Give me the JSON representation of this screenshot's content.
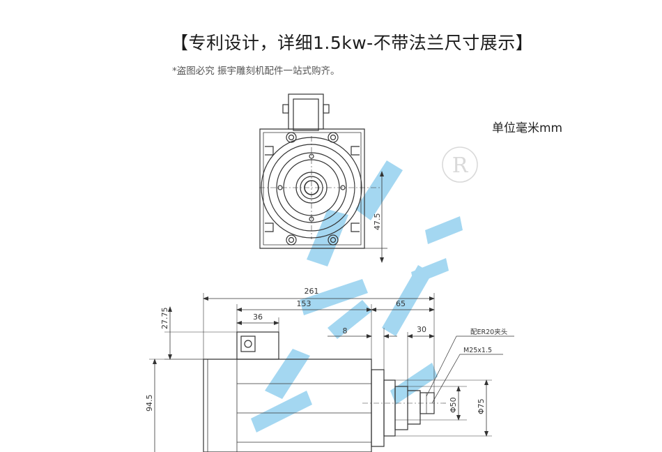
{
  "header": {
    "title": "【专利设计，详细1.5kw-不带法兰尺寸展示】",
    "subtitle": "*盗图必究 振宇雕刻机配件一站式购齐。"
  },
  "unit_label": "单位毫米mm",
  "watermark": {
    "mark": "R"
  },
  "dimensions": {
    "d_47_5": "47.5",
    "d_261": "261",
    "d_153": "153",
    "d_65": "65",
    "d_36": "36",
    "d_27_75": "27.75",
    "d_8": "8",
    "d_30": "30",
    "d_94_5": "94.5",
    "d_phi50": "Φ50",
    "d_phi75": "Φ75"
  },
  "notes": {
    "collet": "配ER20夹头",
    "thread": "M25x1.5"
  },
  "colors": {
    "line": "#333333",
    "watermark": "#5ab8e6"
  }
}
